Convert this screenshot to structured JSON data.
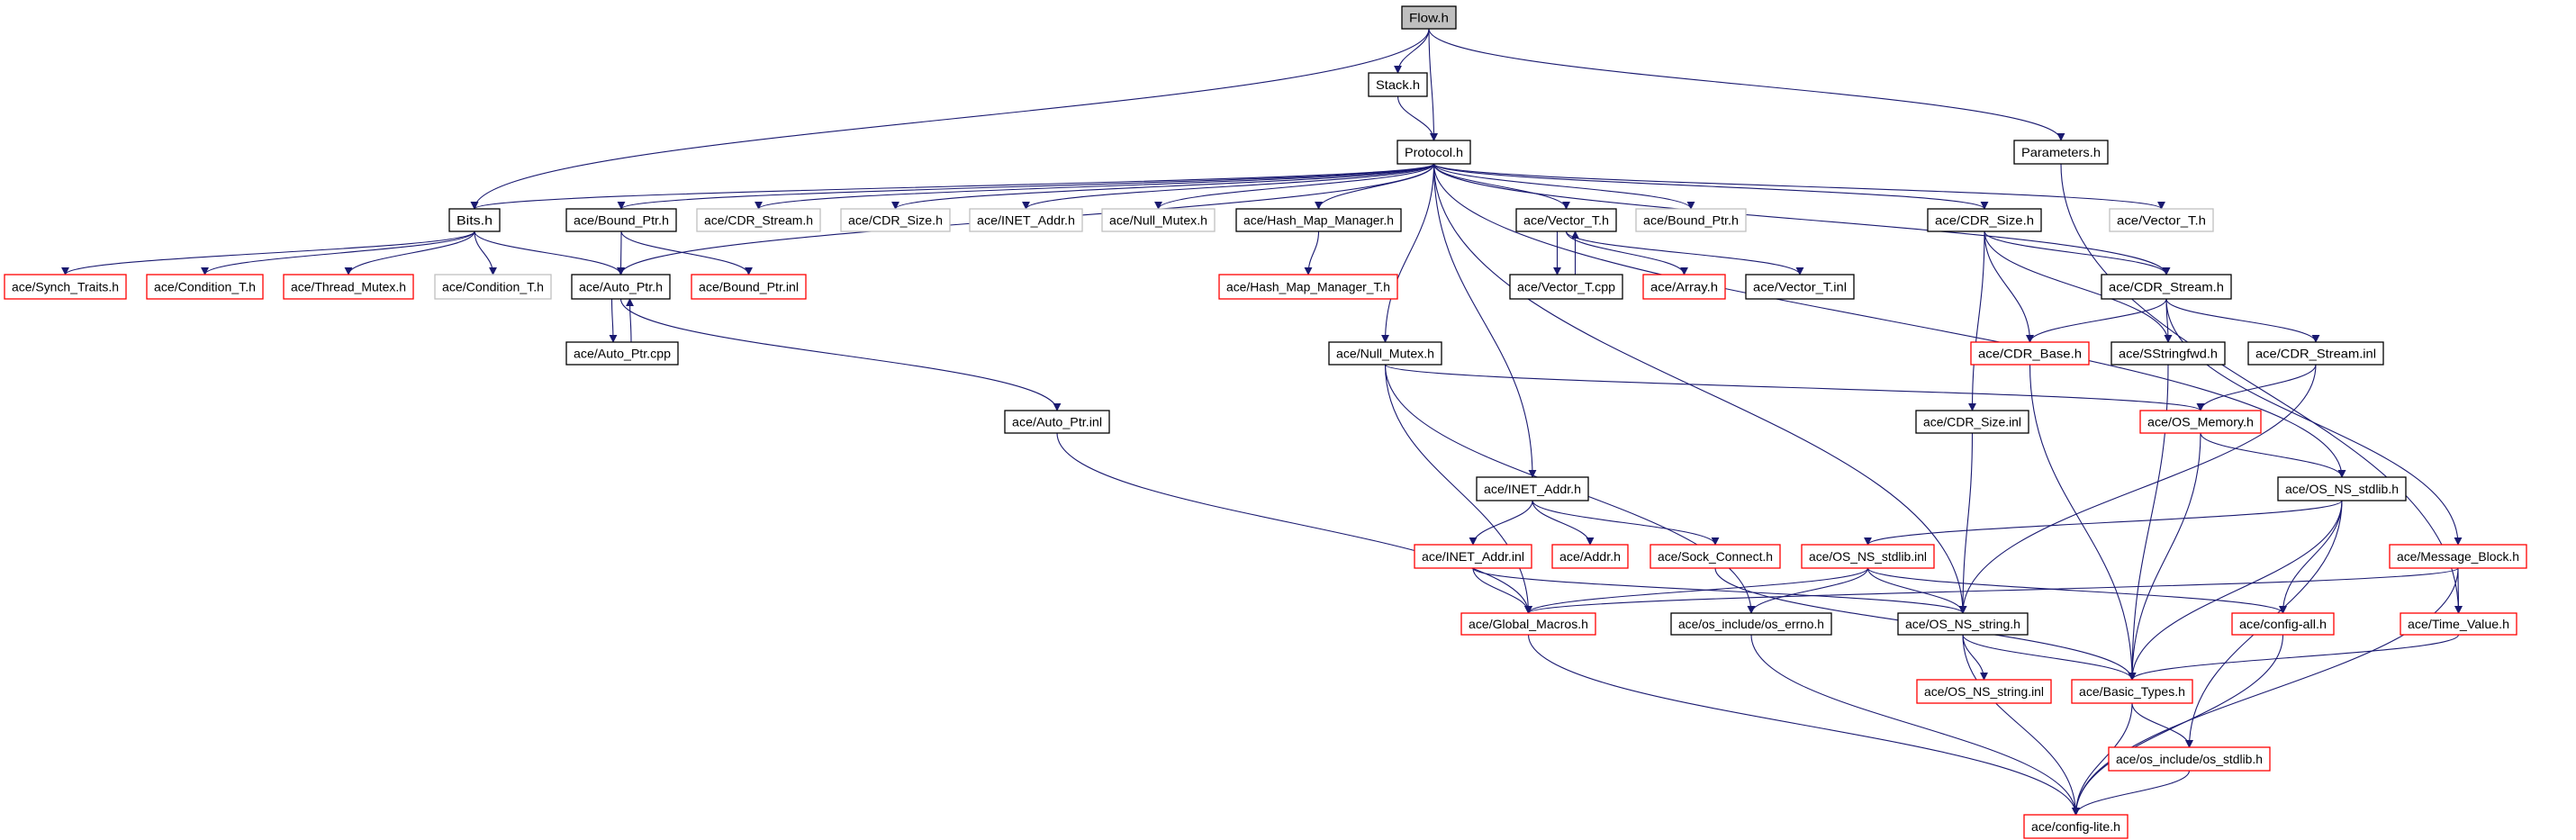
{
  "graph": {
    "title": "Flow.h",
    "edge_color": "#191970",
    "nodes": [
      {
        "id": "flow",
        "label": "Flow.h",
        "style": "root"
      },
      {
        "id": "stack",
        "label": "Stack.h",
        "style": "black"
      },
      {
        "id": "protocol",
        "label": "Protocol.h",
        "style": "black"
      },
      {
        "id": "params",
        "label": "Parameters.h",
        "style": "black"
      },
      {
        "id": "bits",
        "label": "Bits.h",
        "style": "black"
      },
      {
        "id": "bound_ptr_h",
        "label": "ace/Bound_Ptr.h",
        "style": "black"
      },
      {
        "id": "cdr_stream_g",
        "label": "ace/CDR_Stream.h",
        "style": "gray"
      },
      {
        "id": "cdr_size_g",
        "label": "ace/CDR_Size.h",
        "style": "gray"
      },
      {
        "id": "inet_addr_g",
        "label": "ace/INET_Addr.h",
        "style": "gray"
      },
      {
        "id": "null_mutex_g",
        "label": "ace/Null_Mutex.h",
        "style": "gray"
      },
      {
        "id": "hash_map",
        "label": "ace/Hash_Map_Manager.h",
        "style": "black"
      },
      {
        "id": "vector_t",
        "label": "ace/Vector_T.h",
        "style": "black"
      },
      {
        "id": "bound_ptr_g",
        "label": "ace/Bound_Ptr.h",
        "style": "gray"
      },
      {
        "id": "cdr_size",
        "label": "ace/CDR_Size.h",
        "style": "black"
      },
      {
        "id": "vector_t_g",
        "label": "ace/Vector_T.h",
        "style": "gray"
      },
      {
        "id": "synch",
        "label": "ace/Synch_Traits.h",
        "style": "red"
      },
      {
        "id": "cond_r",
        "label": "ace/Condition_T.h",
        "style": "red"
      },
      {
        "id": "thread",
        "label": "ace/Thread_Mutex.h",
        "style": "red"
      },
      {
        "id": "cond_g",
        "label": "ace/Condition_T.h",
        "style": "gray"
      },
      {
        "id": "auto_ptr",
        "label": "ace/Auto_Ptr.h",
        "style": "black"
      },
      {
        "id": "bound_inl",
        "label": "ace/Bound_Ptr.inl",
        "style": "red"
      },
      {
        "id": "hash_t",
        "label": "ace/Hash_Map_Manager_T.h",
        "style": "red"
      },
      {
        "id": "vector_cpp",
        "label": "ace/Vector_T.cpp",
        "style": "black"
      },
      {
        "id": "array",
        "label": "ace/Array.h",
        "style": "red"
      },
      {
        "id": "vector_inl",
        "label": "ace/Vector_T.inl",
        "style": "black"
      },
      {
        "id": "cdr_stream",
        "label": "ace/CDR_Stream.h",
        "style": "black"
      },
      {
        "id": "auto_cpp",
        "label": "ace/Auto_Ptr.cpp",
        "style": "black"
      },
      {
        "id": "null_mutex",
        "label": "ace/Null_Mutex.h",
        "style": "black"
      },
      {
        "id": "cdr_base",
        "label": "ace/CDR_Base.h",
        "style": "red"
      },
      {
        "id": "sstringfwd",
        "label": "ace/SStringfwd.h",
        "style": "black"
      },
      {
        "id": "cdr_stream_inl",
        "label": "ace/CDR_Stream.inl",
        "style": "black"
      },
      {
        "id": "auto_inl",
        "label": "ace/Auto_Ptr.inl",
        "style": "black"
      },
      {
        "id": "cdr_size_inl",
        "label": "ace/CDR_Size.inl",
        "style": "black"
      },
      {
        "id": "os_memory",
        "label": "ace/OS_Memory.h",
        "style": "red"
      },
      {
        "id": "inet_addr",
        "label": "ace/INET_Addr.h",
        "style": "black"
      },
      {
        "id": "os_ns_stdlib",
        "label": "ace/OS_NS_stdlib.h",
        "style": "black"
      },
      {
        "id": "inet_inl",
        "label": "ace/INET_Addr.inl",
        "style": "red"
      },
      {
        "id": "addr",
        "label": "ace/Addr.h",
        "style": "red"
      },
      {
        "id": "sock",
        "label": "ace/Sock_Connect.h",
        "style": "red"
      },
      {
        "id": "os_stdlib_inl",
        "label": "ace/OS_NS_stdlib.inl",
        "style": "red"
      },
      {
        "id": "message_block",
        "label": "ace/Message_Block.h",
        "style": "red"
      },
      {
        "id": "global",
        "label": "ace/Global_Macros.h",
        "style": "red"
      },
      {
        "id": "errno",
        "label": "ace/os_include/os_errno.h",
        "style": "black"
      },
      {
        "id": "os_string",
        "label": "ace/OS_NS_string.h",
        "style": "black"
      },
      {
        "id": "config_all",
        "label": "ace/config-all.h",
        "style": "red"
      },
      {
        "id": "time_value",
        "label": "ace/Time_Value.h",
        "style": "red"
      },
      {
        "id": "os_string_inl",
        "label": "ace/OS_NS_string.inl",
        "style": "red"
      },
      {
        "id": "basic",
        "label": "ace/Basic_Types.h",
        "style": "red"
      },
      {
        "id": "os_stdlib_h",
        "label": "ace/os_include/os_stdlib.h",
        "style": "red"
      },
      {
        "id": "config_lite",
        "label": "ace/config-lite.h",
        "style": "red"
      }
    ],
    "edges": [
      [
        "flow",
        "stack"
      ],
      [
        "flow",
        "protocol"
      ],
      [
        "flow",
        "bits"
      ],
      [
        "flow",
        "params"
      ],
      [
        "stack",
        "protocol"
      ],
      [
        "protocol",
        "bits"
      ],
      [
        "protocol",
        "auto_ptr"
      ],
      [
        "protocol",
        "bound_ptr_h"
      ],
      [
        "protocol",
        "cdr_stream_g"
      ],
      [
        "protocol",
        "cdr_size_g"
      ],
      [
        "protocol",
        "inet_addr_g"
      ],
      [
        "protocol",
        "null_mutex_g"
      ],
      [
        "protocol",
        "hash_map"
      ],
      [
        "protocol",
        "null_mutex"
      ],
      [
        "protocol",
        "inet_addr"
      ],
      [
        "protocol",
        "vector_t"
      ],
      [
        "protocol",
        "bound_ptr_g"
      ],
      [
        "protocol",
        "os_string"
      ],
      [
        "protocol",
        "cdr_size"
      ],
      [
        "protocol",
        "cdr_stream"
      ],
      [
        "protocol",
        "vector_t_g"
      ],
      [
        "protocol",
        "os_ns_stdlib"
      ],
      [
        "params",
        "time_value"
      ],
      [
        "bits",
        "synch"
      ],
      [
        "bits",
        "cond_r"
      ],
      [
        "bits",
        "thread"
      ],
      [
        "bits",
        "cond_g"
      ],
      [
        "bits",
        "auto_ptr"
      ],
      [
        "bound_ptr_h",
        "auto_ptr"
      ],
      [
        "bound_ptr_h",
        "bound_inl"
      ],
      [
        "auto_ptr",
        "auto_cpp"
      ],
      [
        "auto_cpp",
        "auto_ptr"
      ],
      [
        "auto_ptr",
        "auto_inl"
      ],
      [
        "auto_inl",
        "global"
      ],
      [
        "hash_map",
        "hash_t"
      ],
      [
        "vector_t",
        "vector_cpp"
      ],
      [
        "vector_cpp",
        "vector_t"
      ],
      [
        "vector_t",
        "array"
      ],
      [
        "vector_t",
        "vector_inl"
      ],
      [
        "null_mutex",
        "global"
      ],
      [
        "null_mutex",
        "os_memory"
      ],
      [
        "null_mutex",
        "errno"
      ],
      [
        "inet_addr",
        "inet_inl"
      ],
      [
        "inet_addr",
        "addr"
      ],
      [
        "inet_addr",
        "sock"
      ],
      [
        "inet_inl",
        "global"
      ],
      [
        "inet_inl",
        "os_string"
      ],
      [
        "sock",
        "basic"
      ],
      [
        "cdr_size",
        "cdr_base"
      ],
      [
        "cdr_size",
        "sstringfwd"
      ],
      [
        "cdr_size",
        "cdr_stream"
      ],
      [
        "cdr_size",
        "cdr_size_inl"
      ],
      [
        "cdr_stream",
        "cdr_base"
      ],
      [
        "cdr_stream",
        "sstringfwd"
      ],
      [
        "cdr_stream",
        "cdr_stream_inl"
      ],
      [
        "cdr_stream",
        "message_block"
      ],
      [
        "cdr_base",
        "basic"
      ],
      [
        "sstringfwd",
        "basic"
      ],
      [
        "cdr_stream_inl",
        "os_memory"
      ],
      [
        "cdr_stream_inl",
        "os_string"
      ],
      [
        "cdr_size_inl",
        "os_string"
      ],
      [
        "os_memory",
        "os_ns_stdlib"
      ],
      [
        "os_memory",
        "basic"
      ],
      [
        "os_ns_stdlib",
        "os_stdlib_inl"
      ],
      [
        "os_ns_stdlib",
        "basic"
      ],
      [
        "os_ns_stdlib",
        "config_all"
      ],
      [
        "os_ns_stdlib",
        "os_stdlib_h"
      ],
      [
        "os_stdlib_inl",
        "global"
      ],
      [
        "os_stdlib_inl",
        "errno"
      ],
      [
        "os_stdlib_inl",
        "os_string"
      ],
      [
        "os_stdlib_inl",
        "config_all"
      ],
      [
        "message_block",
        "global"
      ],
      [
        "message_block",
        "time_value"
      ],
      [
        "message_block",
        "config_lite"
      ],
      [
        "time_value",
        "basic"
      ],
      [
        "os_string",
        "os_string_inl"
      ],
      [
        "os_string",
        "basic"
      ],
      [
        "os_string",
        "config_lite"
      ],
      [
        "global",
        "config_lite"
      ],
      [
        "errno",
        "config_lite"
      ],
      [
        "config_all",
        "config_lite"
      ],
      [
        "basic",
        "config_lite"
      ],
      [
        "basic",
        "os_stdlib_h"
      ],
      [
        "os_stdlib_h",
        "config_lite"
      ]
    ]
  }
}
